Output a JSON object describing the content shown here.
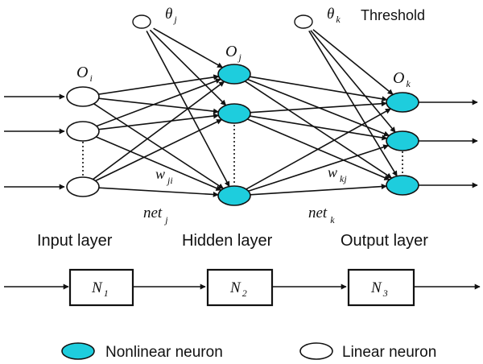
{
  "threshold_label": "Threshold",
  "layers": {
    "input": "Input layer",
    "hidden": "Hidden layer",
    "output": "Output layer"
  },
  "symbols": {
    "bias_j": {
      "main": "θ",
      "sub": "j"
    },
    "bias_k": {
      "main": "θ",
      "sub": "k"
    },
    "out_i": {
      "main": "O",
      "sub": "i"
    },
    "out_j": {
      "main": "O",
      "sub": "j"
    },
    "out_k": {
      "main": "O",
      "sub": "k"
    },
    "weight_ji": {
      "main": "w",
      "sub": "ji"
    },
    "weight_kj": {
      "main": "w",
      "sub": "kj"
    },
    "net_j": {
      "main": "net",
      "sub": "j"
    },
    "net_k": {
      "main": "net",
      "sub": "k"
    }
  },
  "blocks": [
    {
      "main": "N",
      "sub": "1"
    },
    {
      "main": "N",
      "sub": "2"
    },
    {
      "main": "N",
      "sub": "3"
    }
  ],
  "legend": {
    "nonlinear": "Nonlinear neuron",
    "linear": "Linear neuron"
  },
  "colors": {
    "nonlinear_fill": "#1ecddd",
    "linear_fill": "#ffffff",
    "line": "#111111"
  }
}
